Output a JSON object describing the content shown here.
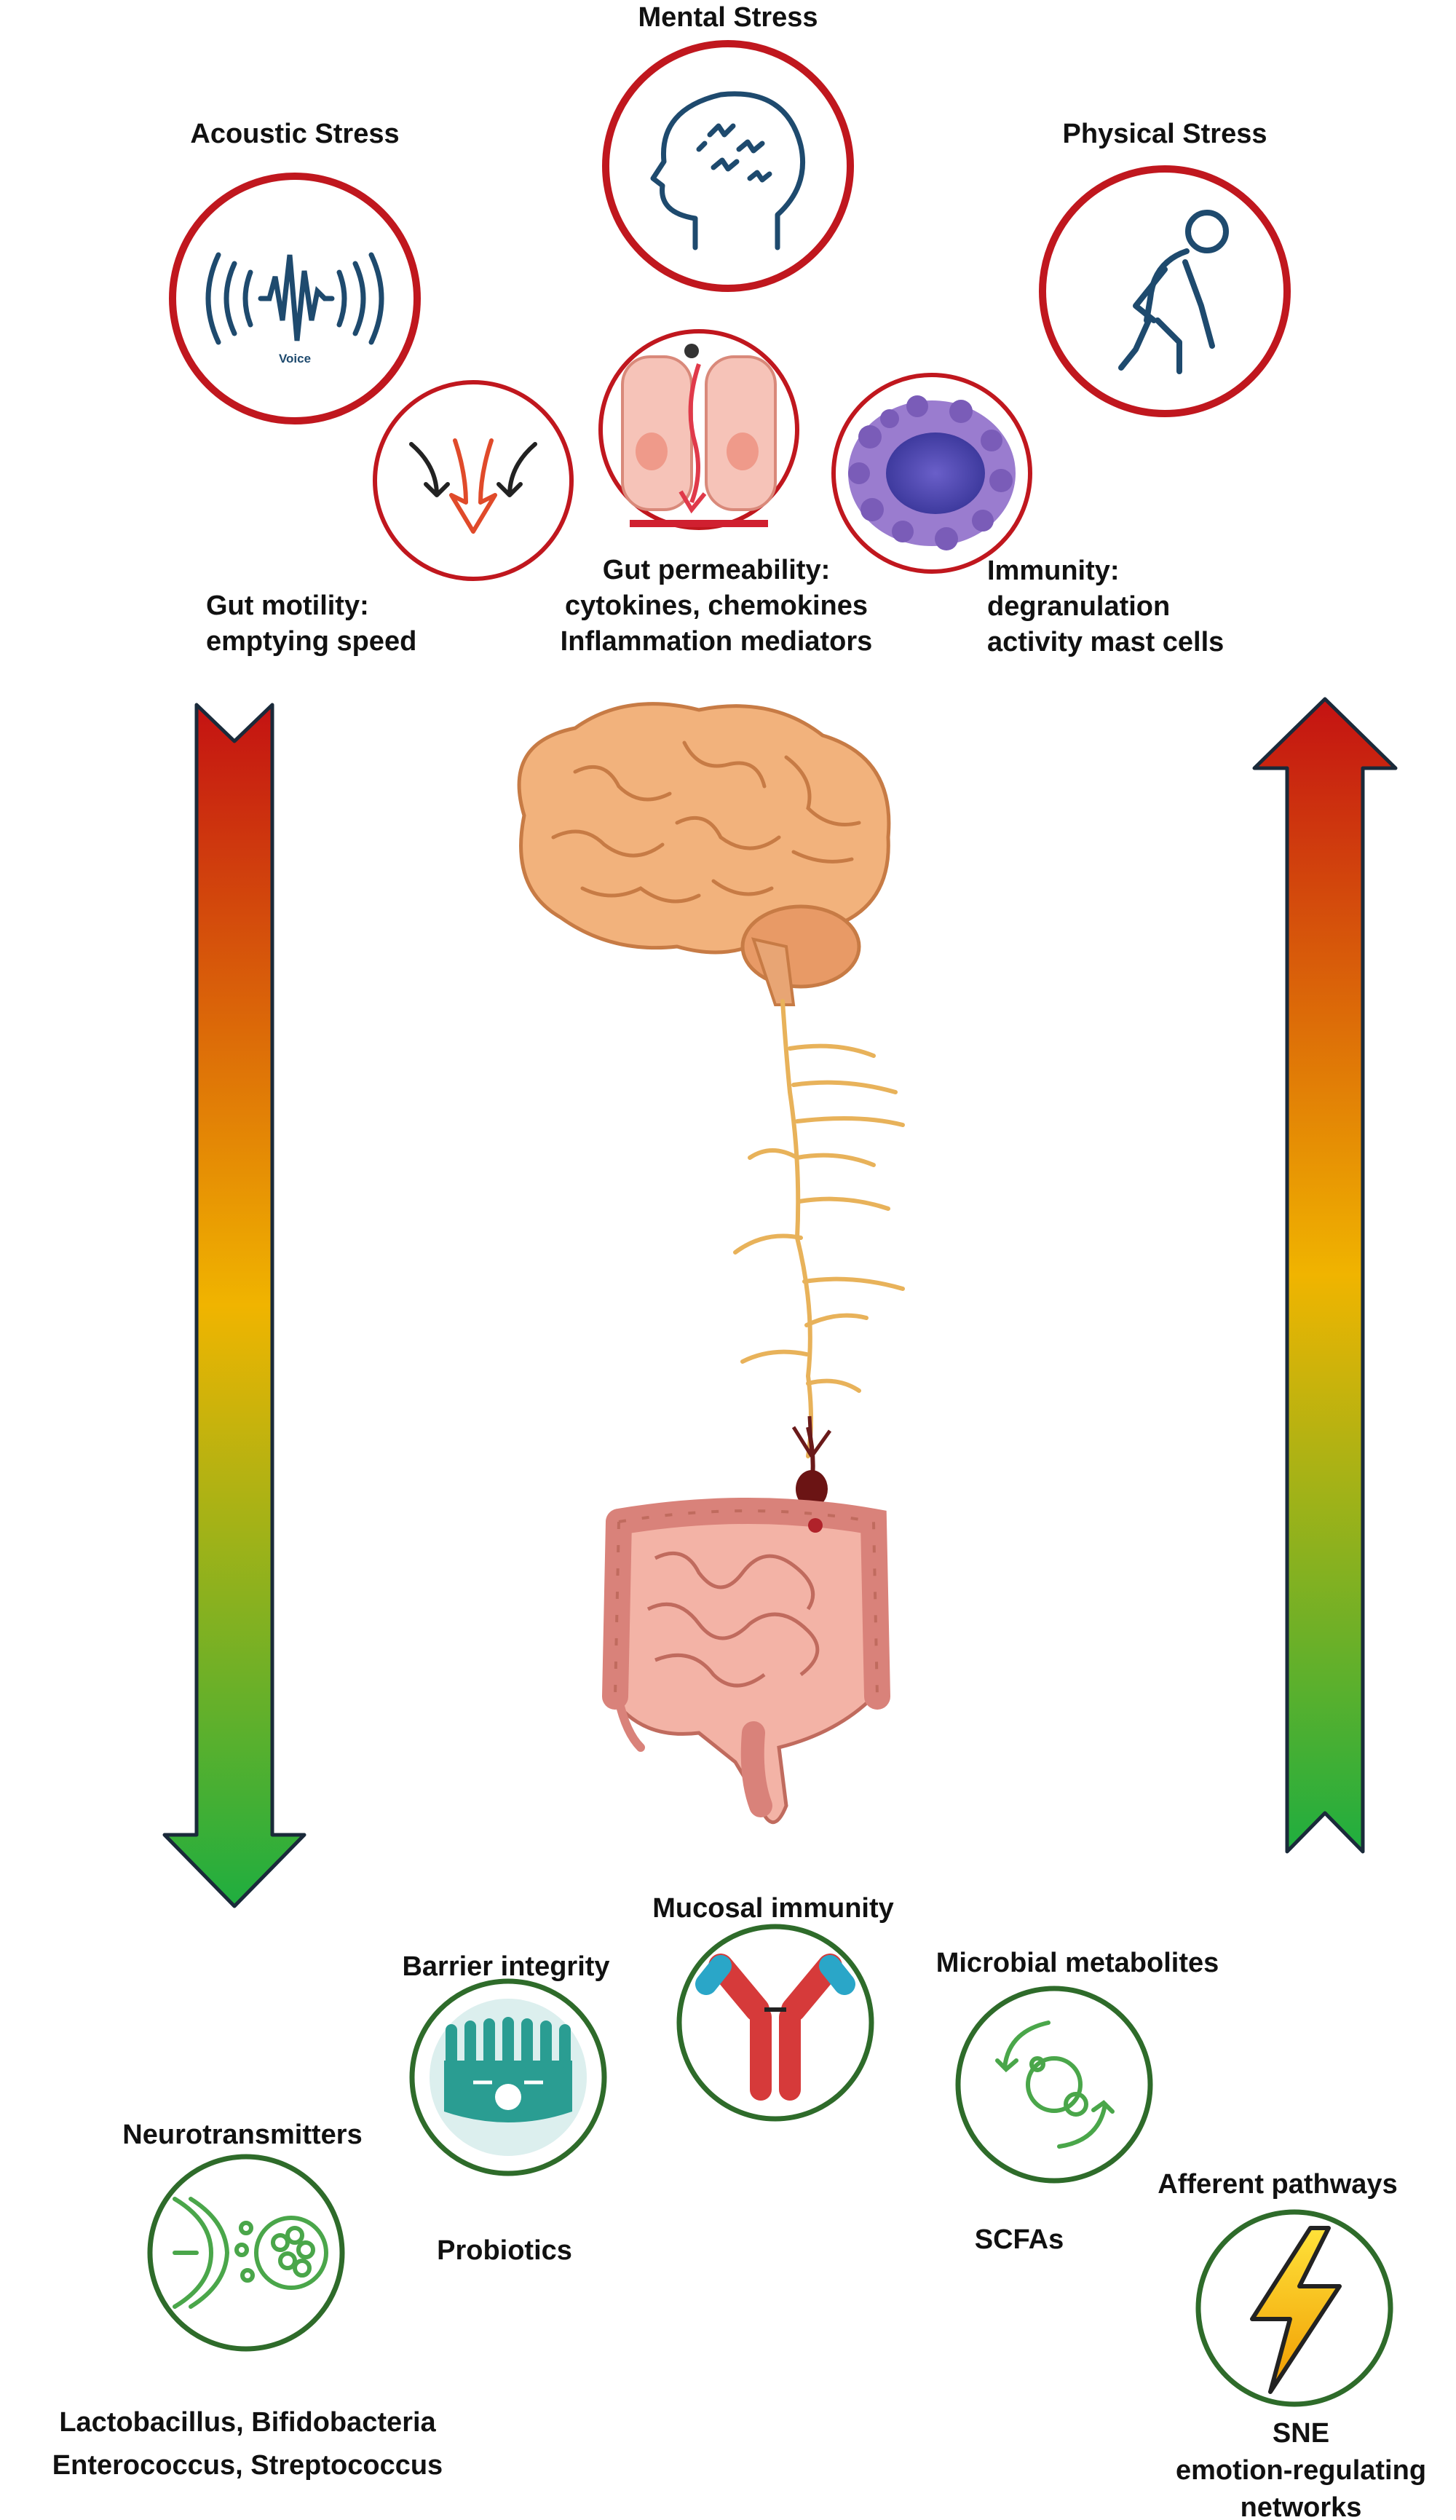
{
  "colors": {
    "stress_ring": "#c0171e",
    "calm_ring": "#2e6b2a",
    "arrow_top": "#c41212",
    "arrow_mid": "#f0b400",
    "arrow_bottom": "#1fae3f",
    "nerve": "#e8b25a",
    "brain": "#f2b27c",
    "gut": "#e79a8e",
    "icon_navy": "#1e4a6e",
    "icon_teal": "#2a9d92",
    "icon_green": "#4aa64a"
  },
  "stressors": {
    "acoustic": {
      "label": "Acoustic Stress",
      "icon": "sound-wave-icon",
      "icon_caption": "Voice"
    },
    "mental": {
      "label": "Mental Stress",
      "icon": "head-stress-icon"
    },
    "physical": {
      "label": "Physical Stress",
      "icon": "tired-person-icon"
    }
  },
  "effects": {
    "motility": {
      "lines": [
        "Gut motility:",
        "emptying speed"
      ],
      "icon": "converging-arrows-icon"
    },
    "permeability": {
      "lines": [
        "Gut permeability:",
        "cytokines, chemokines",
        "Inflammation mediators"
      ],
      "icon": "epithelium-icon"
    },
    "immunity": {
      "lines": [
        "Immunity:",
        "degranulation",
        "activity  mast cells"
      ],
      "icon": "mast-cell-icon"
    }
  },
  "protective": {
    "mucosal": {
      "label": "Mucosal immunity",
      "icon": "antibody-icon"
    },
    "barrier": {
      "label": "Barrier integrity",
      "icon": "villi-icon"
    },
    "microbial": {
      "label": "Microbial metabolites",
      "icon": "metabolite-cycle-icon"
    },
    "neurotransmitters": {
      "label": "Neurotransmitters",
      "icon": "synapse-icon"
    },
    "probiotics": {
      "label": "Probiotics"
    },
    "scfas": {
      "label": "SCFAs"
    },
    "afferent": {
      "label": "Afferent pathways",
      "icon": "lightning-icon"
    },
    "bacteria": {
      "lines": [
        "Lactobacillus, Bifidobacteria",
        "Enterococcus,  Streptococcus"
      ]
    },
    "sne": {
      "lines": [
        "SNE",
        "emotion-regulating",
        "networks"
      ]
    }
  },
  "center": {
    "brain_icon": "brain-icon",
    "nerve_icon": "vagus-nerve-icon",
    "neuron_icon": "neuron-icon",
    "gut_icon": "intestine-icon"
  }
}
